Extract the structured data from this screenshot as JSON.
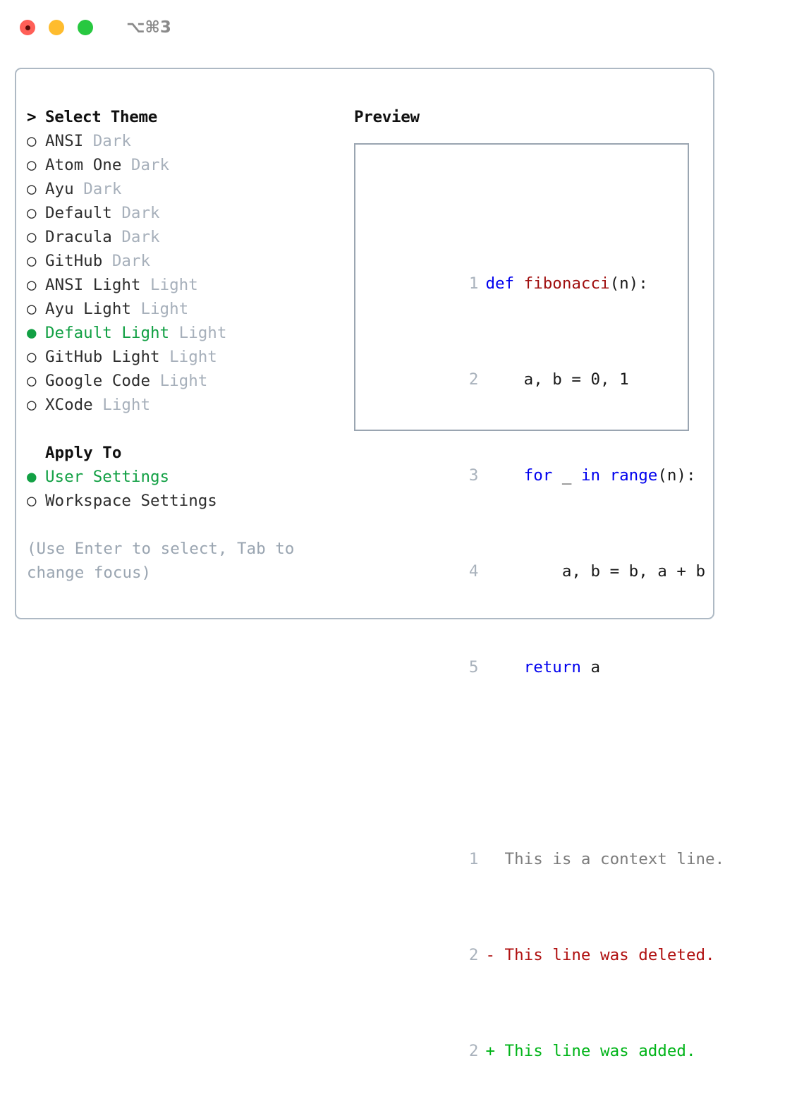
{
  "titlebar": {
    "lights": [
      {
        "name": "close",
        "color": "#ff5f57"
      },
      {
        "name": "minimize",
        "color": "#febc2e"
      },
      {
        "name": "maximize",
        "color": "#28c840"
      }
    ],
    "shortcut": "⌥⌘3"
  },
  "theme_picker": {
    "caret": ">",
    "header": "Select Theme",
    "radio_unselected": "○",
    "radio_selected": "●",
    "items": [
      {
        "label": "ANSI",
        "tag": "Dark",
        "selected": false
      },
      {
        "label": "Atom One",
        "tag": "Dark",
        "selected": false
      },
      {
        "label": "Ayu",
        "tag": "Dark",
        "selected": false
      },
      {
        "label": "Default",
        "tag": "Dark",
        "selected": false
      },
      {
        "label": "Dracula",
        "tag": "Dark",
        "selected": false
      },
      {
        "label": "GitHub",
        "tag": "Dark",
        "selected": false
      },
      {
        "label": "ANSI Light",
        "tag": "Light",
        "selected": false
      },
      {
        "label": "Ayu Light",
        "tag": "Light",
        "selected": false
      },
      {
        "label": "Default Light",
        "tag": "Light",
        "selected": true
      },
      {
        "label": "GitHub Light",
        "tag": "Light",
        "selected": false
      },
      {
        "label": "Google Code",
        "tag": "Light",
        "selected": false
      },
      {
        "label": "XCode",
        "tag": "Light",
        "selected": false
      }
    ]
  },
  "apply_to": {
    "label": "Apply To",
    "options": [
      {
        "label": "User Settings",
        "selected": true
      },
      {
        "label": "Workspace Settings",
        "selected": false
      }
    ]
  },
  "hint": "(Use Enter to select, Tab to change focus)",
  "preview": {
    "title": "Preview",
    "code_lines": [
      {
        "no": "1",
        "tokens": [
          {
            "text": "def ",
            "kind": "kw"
          },
          {
            "text": "fibonacci",
            "kind": "fn"
          },
          {
            "text": "(n):",
            "kind": "plain"
          }
        ]
      },
      {
        "no": "2",
        "tokens": [
          {
            "text": "    a, b = 0, 1",
            "kind": "plain"
          }
        ]
      },
      {
        "no": "3",
        "tokens": [
          {
            "text": "    ",
            "kind": "plain"
          },
          {
            "text": "for",
            "kind": "kw"
          },
          {
            "text": " _ ",
            "kind": "plain"
          },
          {
            "text": "in",
            "kind": "kw"
          },
          {
            "text": " ",
            "kind": "plain"
          },
          {
            "text": "range",
            "kind": "kw"
          },
          {
            "text": "(n):",
            "kind": "plain"
          }
        ]
      },
      {
        "no": "4",
        "tokens": [
          {
            "text": "        a, b = b, a + b",
            "kind": "plain"
          }
        ]
      },
      {
        "no": "5",
        "tokens": [
          {
            "text": "    ",
            "kind": "plain"
          },
          {
            "text": "return",
            "kind": "kw"
          },
          {
            "text": " a",
            "kind": "plain"
          }
        ]
      }
    ],
    "diff_lines": [
      {
        "no": "1",
        "text": "  This is a context line.",
        "kind": "context"
      },
      {
        "no": "2",
        "text": "- This line was deleted.",
        "kind": "del"
      },
      {
        "no": "2",
        "text": "+ This line was added.",
        "kind": "add"
      }
    ]
  },
  "colors": {
    "accent_green": "#12a044",
    "muted": "#a7b0bb",
    "border": "#aeb9c4",
    "preview_border": "#9aa5b1",
    "keyword": "#0000ee",
    "function": "#a01010",
    "diff_add": "#00b418",
    "diff_del": "#b01010",
    "line_number": "#a9b2bc"
  }
}
